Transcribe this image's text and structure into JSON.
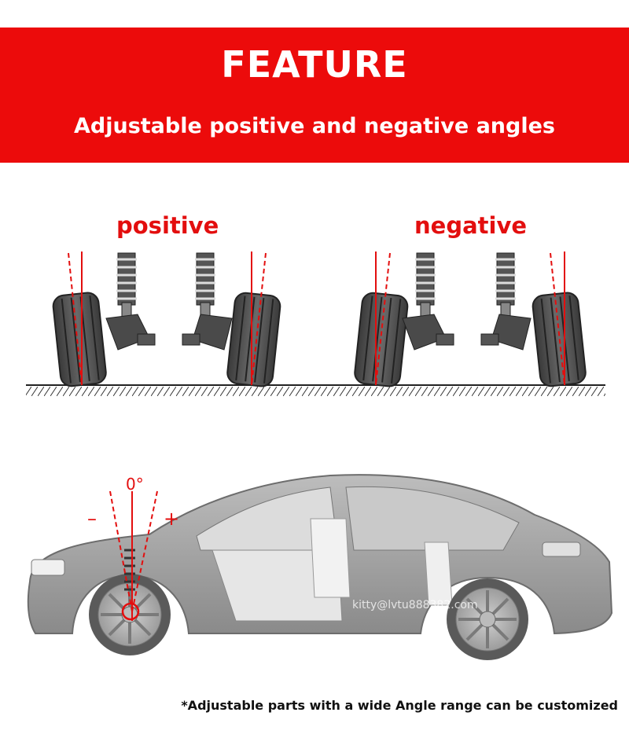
{
  "banner": {
    "title": "FEATURE",
    "subtitle": "Adjustable positive and negative angles",
    "color": "#ec0b0b"
  },
  "diagram": {
    "positive_label": "positive",
    "negative_label": "negative"
  },
  "car": {
    "zero_label": "0°",
    "minus_label": "–",
    "plus_label": "+",
    "watermark": "kitty@lvtu888382.com"
  },
  "footnote": "*Adjustable parts with a wide Angle range can be customized",
  "accent_color": "#e30e0e"
}
